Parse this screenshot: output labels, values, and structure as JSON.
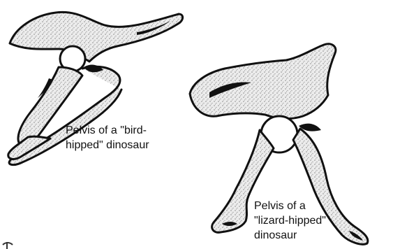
{
  "labels": {
    "bird_hipped": {
      "line1": "Pelvis of a \"bird-",
      "line2": "hipped\" dinosaur"
    },
    "lizard_hipped": {
      "line1": "Pelvis of a",
      "line2": "\"lizard-hipped\"",
      "line3": "dinosaur"
    }
  },
  "colors": {
    "ink": "#111111",
    "bone": "#d9d9d9",
    "paper": "#ffffff"
  }
}
